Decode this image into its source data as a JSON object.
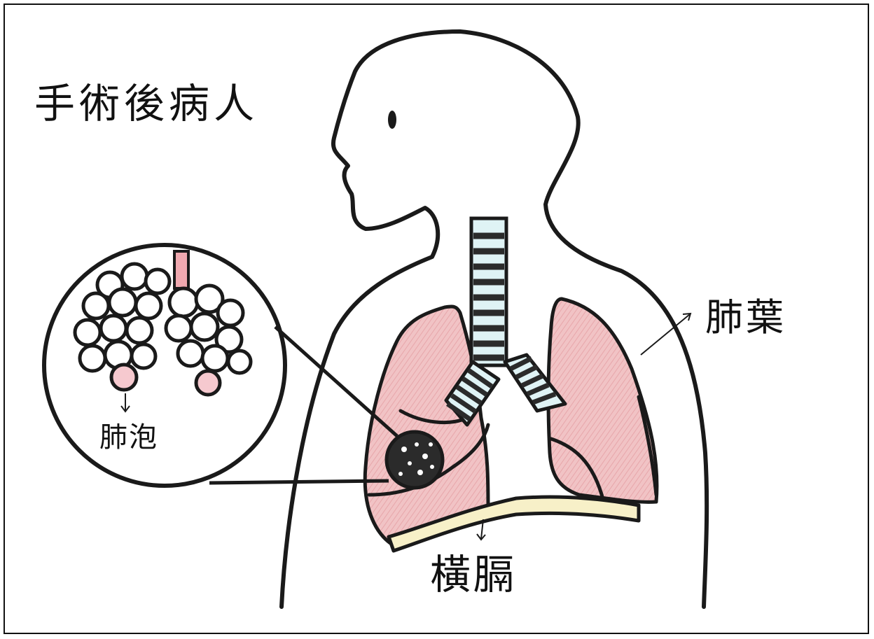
{
  "title": "手術後病人",
  "labels": {
    "alveoli": "肺泡",
    "lung_lobe": "肺葉",
    "diaphragm": "橫膈"
  },
  "colors": {
    "outline": "#1a1a1a",
    "lung_fill": "#efb9bb",
    "lung_shade": "#e49ca0",
    "trachea_ring": "#2b2b2b",
    "trachea_gap": "#dff3f5",
    "diaphragm_band": "#f7f0c8",
    "bronchiole": "#f0a9b0",
    "alveolus_fill": "#ffffff",
    "alveolus_shade": "#f6c9cf"
  },
  "icons": [
    "arrow-icon-alveoli",
    "arrow-icon-lobe",
    "arrow-icon-diaphragm"
  ]
}
